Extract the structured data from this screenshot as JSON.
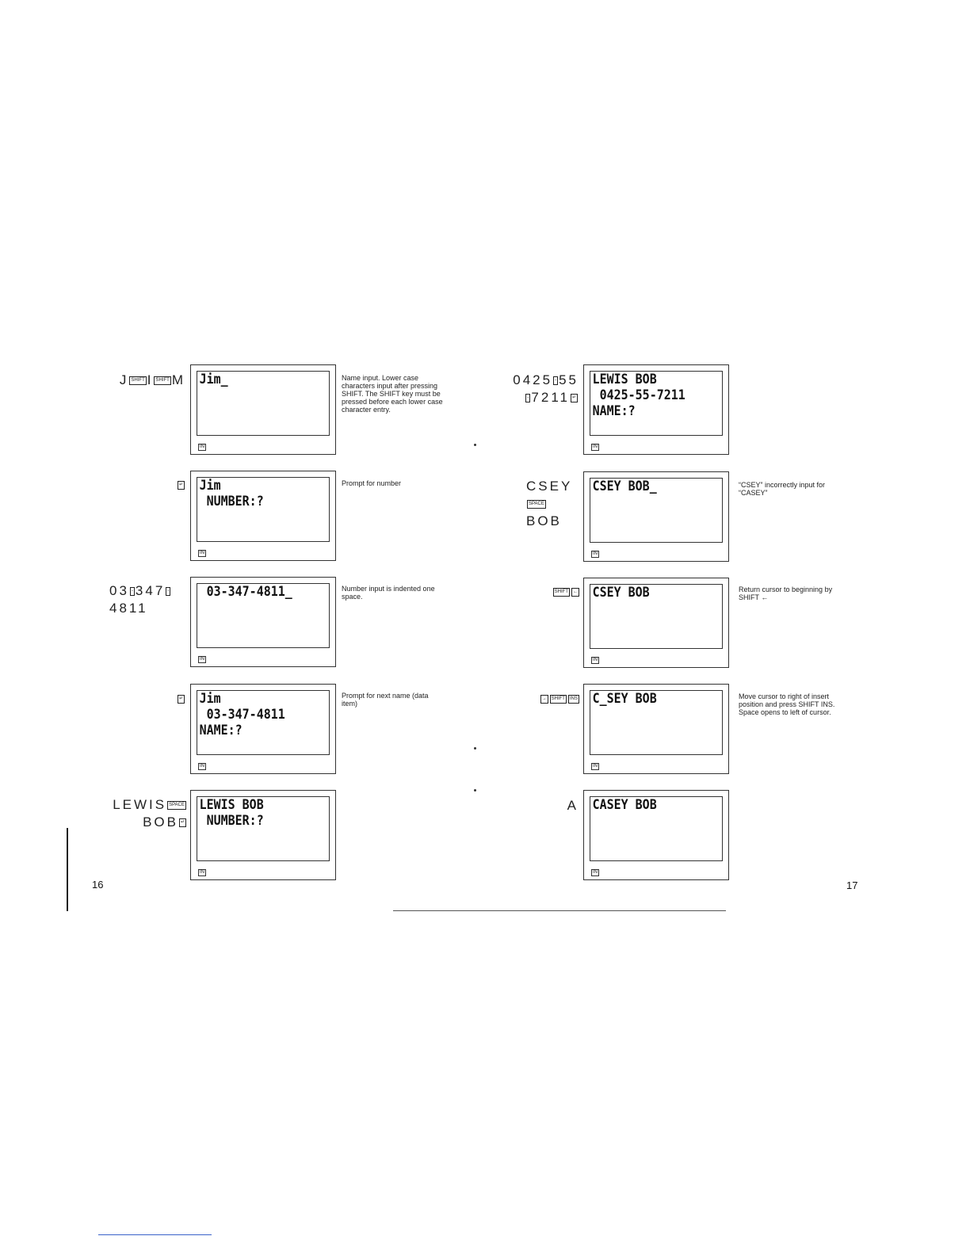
{
  "left_page": {
    "page_number": "16",
    "steps": [
      {
        "keys": [
          "J",
          {
            "key": "SHIFT"
          },
          "I",
          {
            "key": "SHIFT"
          },
          "M"
        ],
        "display": [
          "Jim_",
          "",
          ""
        ],
        "indicator": "IN",
        "note": "Name input. Lower case characters input after pressing SHIFT. The SHIFT key must be pressed before each lower case character entry."
      },
      {
        "keys": [
          {
            "key": "↵"
          }
        ],
        "display": [
          "Jim",
          " NUMBER:?",
          ""
        ],
        "indicator": "IN",
        "note": "Prompt for number"
      },
      {
        "keys": [
          "03",
          {
            "key": "-"
          },
          "347",
          {
            "key": "-"
          },
          "<br>",
          "4811"
        ],
        "display": [
          " 03-347-4811_",
          "",
          ""
        ],
        "indicator": "IN",
        "note": "Number input is indented one space."
      },
      {
        "keys": [
          {
            "key": "↵"
          }
        ],
        "display": [
          "Jim",
          " 03-347-4811",
          "NAME:?"
        ],
        "indicator": "IN",
        "note": "Prompt for next name (data item)"
      },
      {
        "keys": [
          "LEWIS",
          {
            "key": "SPACE"
          },
          "<br>",
          "BOB",
          {
            "key": "↵"
          }
        ],
        "display": [
          "LEWIS BOB",
          " NUMBER:?",
          ""
        ],
        "indicator": "IN",
        "note": ""
      }
    ]
  },
  "right_page": {
    "page_number": "17",
    "steps": [
      {
        "keys": [
          "0425",
          {
            "key": "-"
          },
          "55",
          "<br>",
          {
            "key": "-"
          },
          "7211",
          {
            "key": "↵"
          }
        ],
        "display": [
          "LEWIS BOB",
          " 0425-55-7211",
          "NAME:?"
        ],
        "indicator": "IN",
        "note": ""
      },
      {
        "keys": [
          "CSEY",
          {
            "key": "SPACE"
          },
          "<br>",
          "BOB"
        ],
        "display": [
          "CSEY BOB_",
          "",
          ""
        ],
        "indicator": "IN",
        "note": "“CSEY” incorrectly input for “CASEY”"
      },
      {
        "keys": [
          {
            "key": "SHIFT"
          },
          {
            "key": "←"
          }
        ],
        "display": [
          "CSEY BOB",
          "",
          ""
        ],
        "indicator": "IN",
        "note": "Return cursor to beginning by SHIFT ←"
      },
      {
        "keys": [
          {
            "key": "→"
          },
          {
            "key": "SHIFT"
          },
          {
            "key": "INS"
          }
        ],
        "display": [
          "C_SEY BOB",
          "",
          ""
        ],
        "indicator": "IN",
        "note": "Move cursor to right of insert position and press SHIFT INS. Space opens to left of cursor."
      },
      {
        "keys": [
          "A"
        ],
        "display": [
          "CASEY BOB",
          "",
          ""
        ],
        "indicator": "IN",
        "note": ""
      }
    ]
  }
}
